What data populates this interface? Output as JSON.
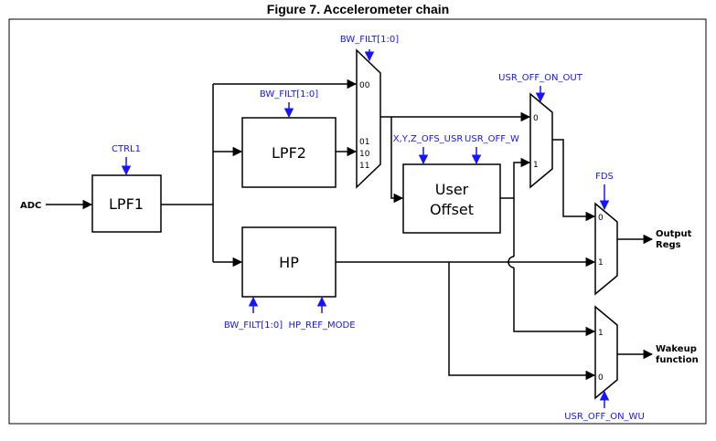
{
  "figure": {
    "title": "Figure 7. Accelerometer chain"
  },
  "inputs": {
    "adc": "ADC"
  },
  "blocks": {
    "lpf1": "LPF1",
    "lpf2": "LPF2",
    "hp": "HP",
    "user_offset_line1": "User",
    "user_offset_line2": "Offset"
  },
  "control_signals": {
    "ctrl1": "CTRL1",
    "bw_filt_mux": "BW_FILT[1:0]",
    "bw_filt_lpf2": "BW_FILT[1:0]",
    "bw_filt_hp": "BW_FILT[1:0]",
    "hp_ref_mode": "HP_REF_MODE",
    "xyz_ofs_usr": "X,Y,Z_OFS_USR",
    "usr_off_w": "USR_OFF_W",
    "usr_off_on_out": "USR_OFF_ON_OUT",
    "fds": "FDS",
    "usr_off_on_wu": "USR_OFF_ON_WU"
  },
  "mux_ports": {
    "bw_mux": [
      "00",
      "01",
      "10",
      "11"
    ],
    "usr_off_mux": [
      "0",
      "1"
    ],
    "fds_mux": [
      "0",
      "1"
    ],
    "wu_mux": [
      "1",
      "0"
    ]
  },
  "outputs": {
    "output_regs_line1": "Output",
    "output_regs_line2": "Regs",
    "wakeup_line1": "Wakeup",
    "wakeup_line2": "function"
  },
  "colors": {
    "signal": "#1414ff",
    "wire": "#000000"
  }
}
